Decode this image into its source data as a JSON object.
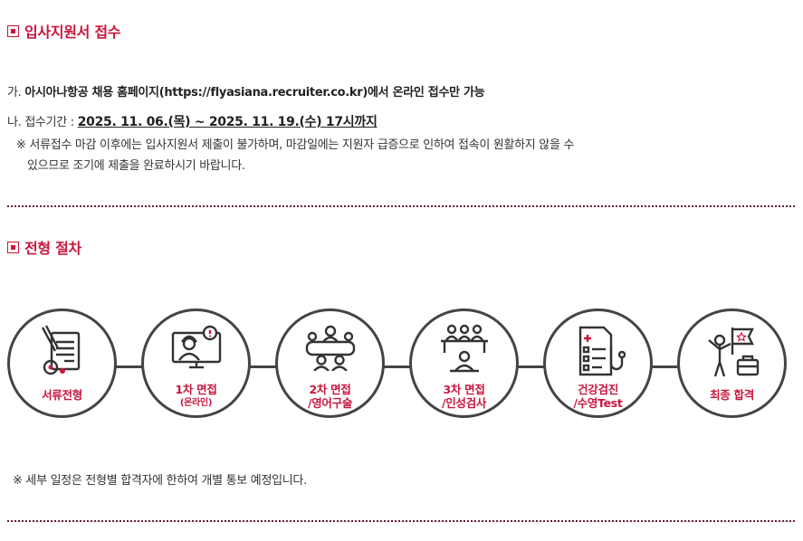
{
  "section1": {
    "title": "입사지원서 접수",
    "item_a_prefix": "가.",
    "item_a_text": "아시아나항공 채용 홈페이지(https://flyasiana.recruiter.co.kr)에서 온라인 접수만 가능",
    "item_b_prefix": "나. 접수기간 :",
    "item_b_period": "2025. 11. 06.(목) ~ 2025. 11. 19.(수) 17시까지",
    "note_line1": "※ 서류접수 마감 이후에는 입사지원서 제출이 불가하며, 마감일에는 지원자 급증으로 인하여 접속이 원활하지 않을 수",
    "note_line2": "있으므로 조기에 제출을 완료하시기 바랍니다."
  },
  "section2": {
    "title": "전형 절차",
    "steps": [
      {
        "label": "서류전형",
        "sub": "",
        "icon": "document-gear-icon"
      },
      {
        "label": "1차 면접",
        "sub": "(온라인)",
        "icon": "online-interview-icon"
      },
      {
        "label": "2차 면접",
        "sub": "/영어구술",
        "icon": "group-interview-icon"
      },
      {
        "label": "3차 면접",
        "sub": "/인성검사",
        "icon": "panel-interview-icon"
      },
      {
        "label": "건강검진",
        "sub": "/수영Test",
        "icon": "medical-checklist-icon"
      },
      {
        "label": "최종 합격",
        "sub": "",
        "icon": "flag-briefcase-icon"
      }
    ],
    "note": "※ 세부 일정은 전형별 합격자에 한하여 개별 통보 예정입니다."
  },
  "colors": {
    "accent": "#c8173e",
    "icon": "#333333",
    "divider": "#6a1b3a"
  }
}
